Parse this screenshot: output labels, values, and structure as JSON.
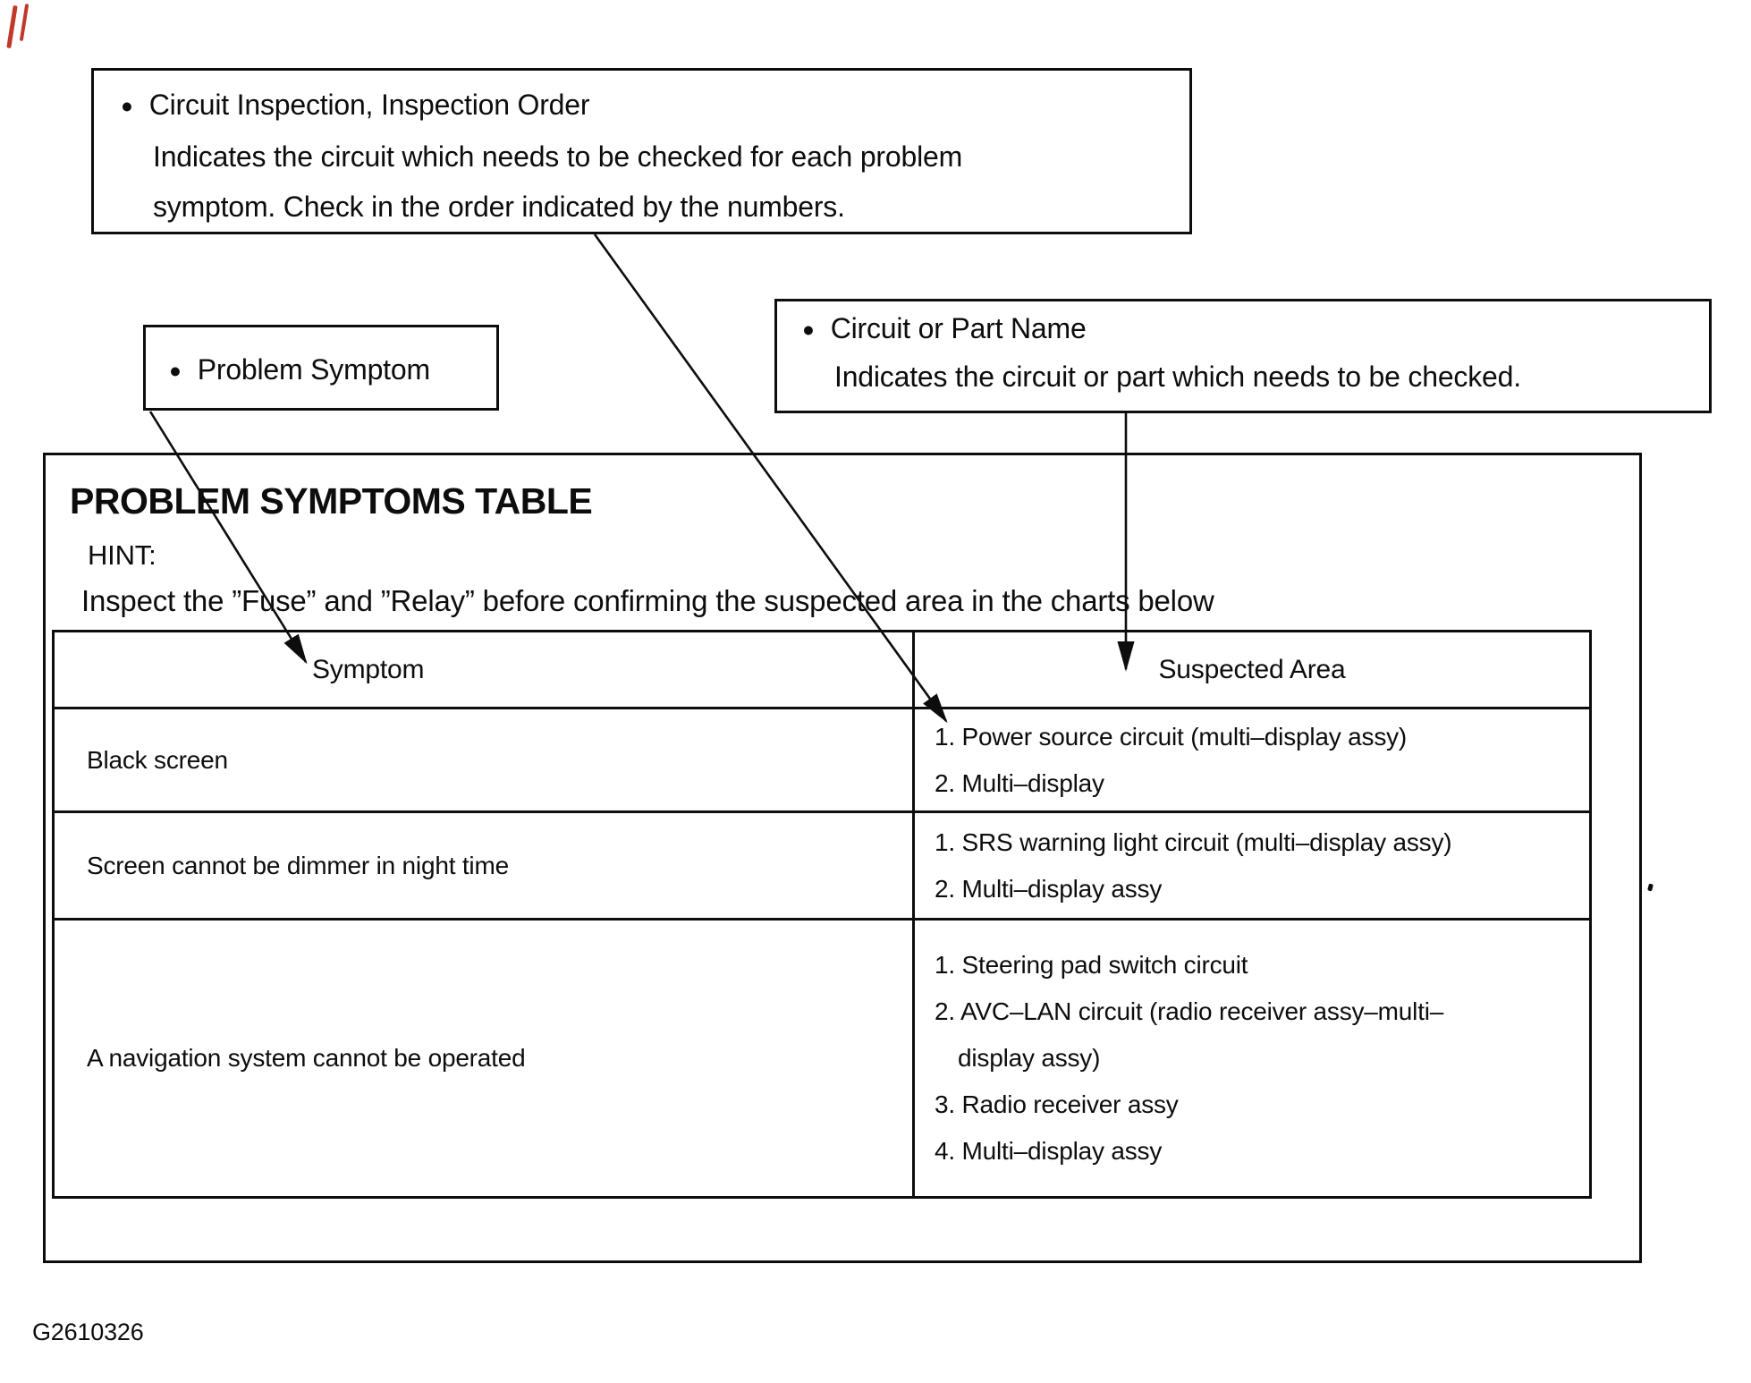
{
  "glyphs": {
    "bullet": "●"
  },
  "callouts": {
    "inspection_order": {
      "title": "Circuit Inspection, Inspection Order",
      "desc1": "Indicates the circuit which needs to be checked for each problem",
      "desc2": "symptom. Check in the order indicated by the numbers."
    },
    "problem_symptom": {
      "label": "Problem Symptom"
    },
    "circuit_or_part": {
      "title": "Circuit or Part Name",
      "desc": "Indicates the circuit or part which needs to be checked."
    }
  },
  "main": {
    "title": "PROBLEM SYMPTOMS TABLE",
    "hint_label": "HINT:",
    "hint_text": "Inspect the ”Fuse” and ”Relay” before confirming the suspected area in the charts below",
    "table": {
      "headers": {
        "symptom": "Symptom",
        "suspected": "Suspected Area"
      },
      "rows": [
        {
          "symptom": "Black screen",
          "suspected": [
            "1. Power source circuit (multi–display assy)",
            "2. Multi–display"
          ]
        },
        {
          "symptom": "Screen cannot be dimmer in night time",
          "suspected": [
            "1. SRS warning light circuit (multi–display assy)",
            "2. Multi–display assy"
          ]
        },
        {
          "symptom": "A navigation system cannot be operated",
          "suspected": [
            "1. Steering pad switch circuit",
            "2. AVC–LAN circuit (radio receiver assy–multi–",
            "display assy)",
            "3. Radio receiver assy",
            "4. Multi–display assy"
          ]
        }
      ]
    }
  },
  "footer": {
    "figure_code": "G2610326"
  }
}
